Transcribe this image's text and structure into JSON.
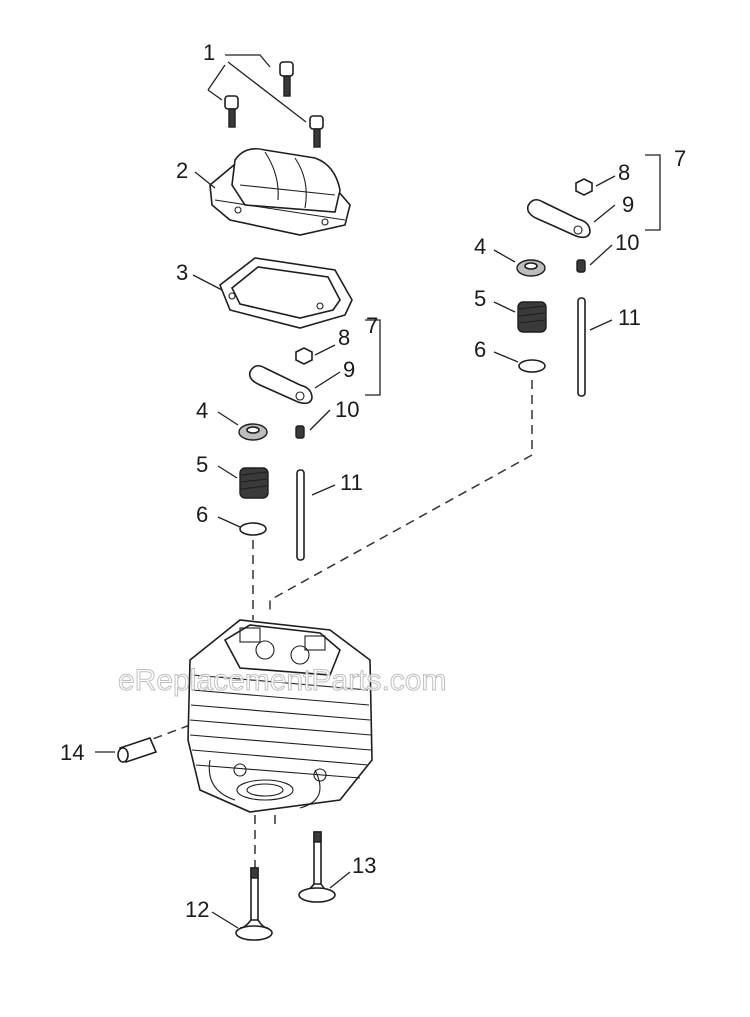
{
  "diagram": {
    "watermark": "eReplacementParts.com",
    "callouts": {
      "bolts": "1",
      "cover": "2",
      "gasket": "3",
      "retainer_left": "4",
      "spring_left": "5",
      "washer_left": "6",
      "rocker_assy_left": "7",
      "nut_left": "8",
      "rocker_left": "9",
      "pivot_left": "10",
      "pushrod_left": "11",
      "retainer_right": "4",
      "spring_right": "5",
      "washer_right": "6",
      "rocker_assy_right": "7",
      "nut_right": "8",
      "rocker_right": "9",
      "pivot_right": "10",
      "pushrod_right": "11",
      "valve_exhaust": "12",
      "valve_intake": "13",
      "pin": "14"
    }
  }
}
